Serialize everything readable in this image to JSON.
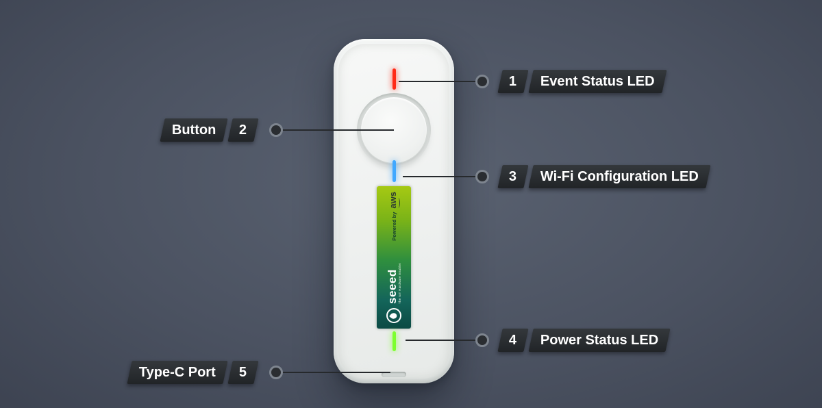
{
  "colors": {
    "background_center": "#5a6271",
    "background_edge": "#3a404e",
    "label_bg": "#26292c",
    "label_text": "#ffffff",
    "connector_line": "#26292c",
    "device_body": "#eef0ef",
    "led_red": "#ff2a17",
    "led_blue": "#41a8ff",
    "led_green": "#7dff2e",
    "sticker_lime": "#a6c913",
    "sticker_green": "#2f8f3e",
    "sticker_teal": "#0b4a44"
  },
  "device": {
    "sticker": {
      "brand": "seeed",
      "tagline": "The IoT Hardware Enabler",
      "powered_by": "Powered by",
      "aws": "aws"
    }
  },
  "callouts": [
    {
      "number": "1",
      "label": "Event Status LED",
      "side": "right",
      "target": "top-red-led"
    },
    {
      "number": "2",
      "label": "Button",
      "side": "left",
      "target": "device-button"
    },
    {
      "number": "3",
      "label": "Wi-Fi Configuration LED",
      "side": "right",
      "target": "blue-led"
    },
    {
      "number": "4",
      "label": "Power Status LED",
      "side": "right",
      "target": "green-led"
    },
    {
      "number": "5",
      "label": "Type-C Port",
      "side": "left",
      "target": "bottom-port"
    }
  ]
}
